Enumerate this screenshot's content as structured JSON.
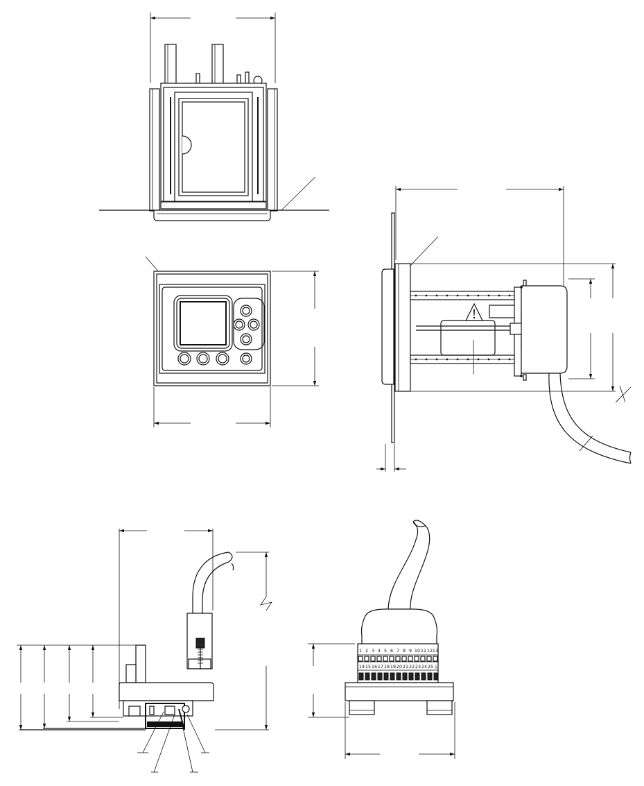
{
  "drawing": {
    "terminal_row_top": [
      "1",
      "2",
      "3",
      "4",
      "5",
      "6",
      "7",
      "8",
      "9",
      "10",
      "11",
      "12",
      "13"
    ],
    "terminal_row_bottom": [
      "14",
      "15",
      "16",
      "17",
      "18",
      "19",
      "20",
      "21",
      "22",
      "23",
      "24",
      "25",
      "⏚"
    ],
    "icons": [
      "warning-triangle-icon",
      "ground-symbol-icon",
      "break-mark-icon"
    ]
  }
}
